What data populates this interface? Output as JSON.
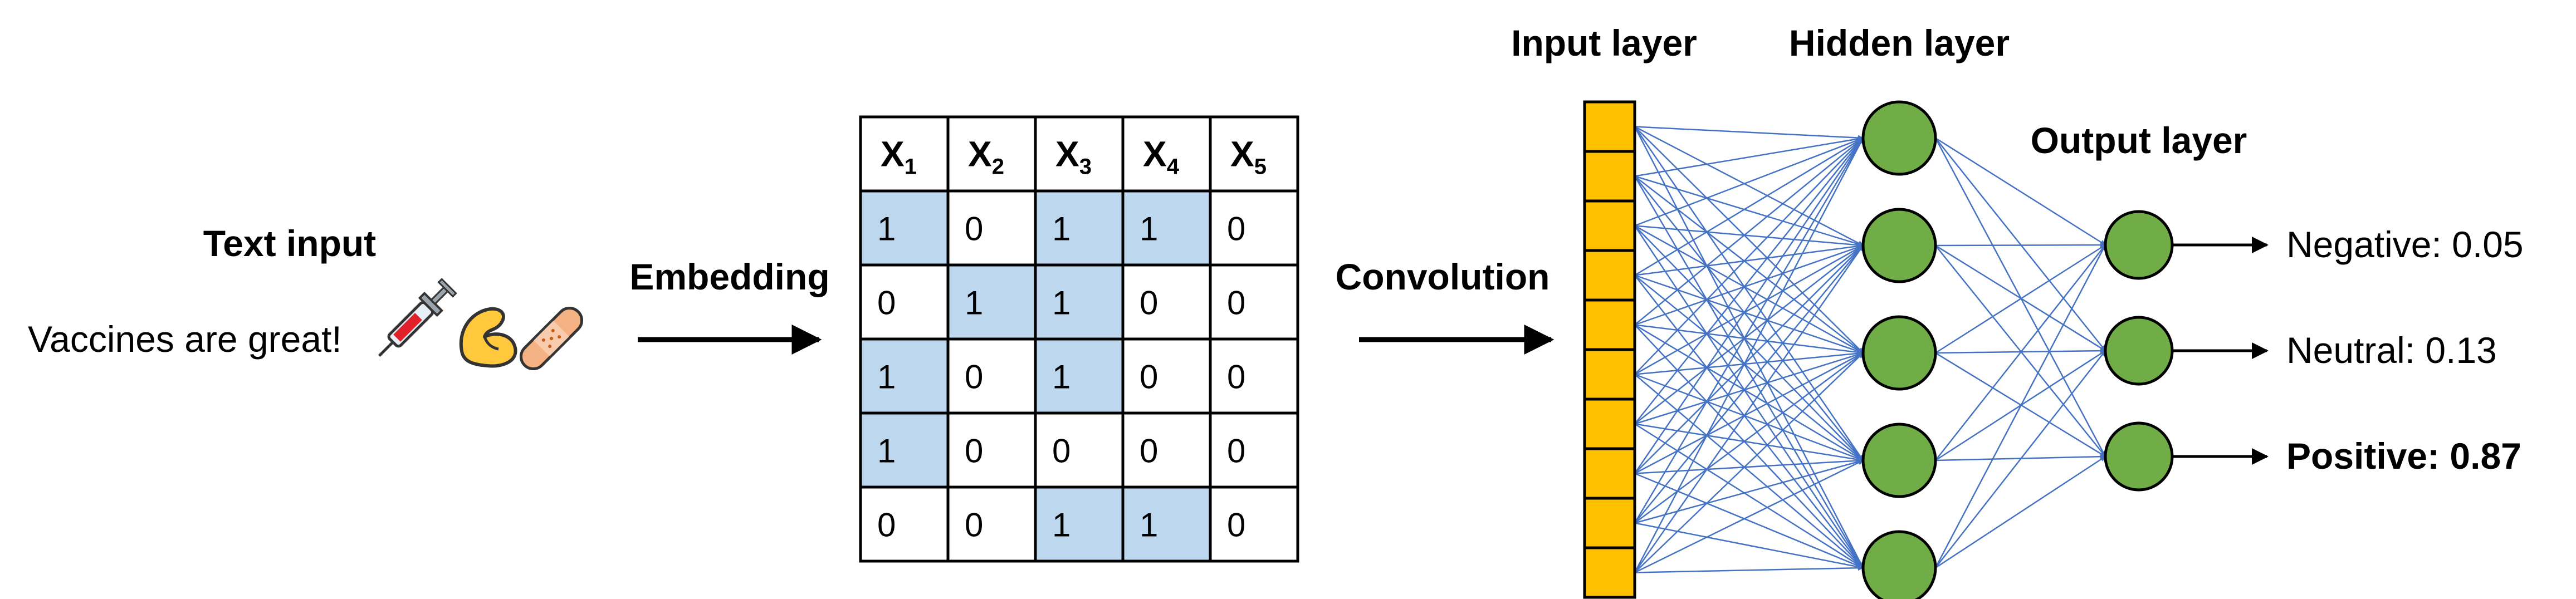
{
  "text_input": {
    "title": "Text input",
    "sentence": "Vaccines are great!",
    "emojis": [
      "syringe-icon",
      "flexed-biceps-icon",
      "adhesive-bandage-icon"
    ]
  },
  "embedding": {
    "arrow_label": "Embedding",
    "matrix": {
      "headers": [
        {
          "base": "X",
          "sub": "1"
        },
        {
          "base": "X",
          "sub": "2"
        },
        {
          "base": "X",
          "sub": "3"
        },
        {
          "base": "X",
          "sub": "4"
        },
        {
          "base": "X",
          "sub": "5"
        }
      ],
      "rows": [
        [
          "1",
          "0",
          "1",
          "1",
          "0"
        ],
        [
          "0",
          "1",
          "1",
          "0",
          "0"
        ],
        [
          "1",
          "0",
          "1",
          "0",
          "0"
        ],
        [
          "1",
          "0",
          "0",
          "0",
          "0"
        ],
        [
          "0",
          "0",
          "1",
          "1",
          "0"
        ]
      ],
      "highlight_color": "#bdd7ee"
    }
  },
  "convolution": {
    "arrow_label": "Convolution"
  },
  "network": {
    "input_layer_label": "Input layer",
    "hidden_layer_label": "Hidden layer",
    "output_layer_label": "Output layer",
    "input_units": 10,
    "hidden_units": 5,
    "output_units": 3,
    "input_color": "#ffc000",
    "node_color": "#70ad47",
    "connection_color": "#4472c4"
  },
  "outputs": [
    {
      "label": "Negative: 0.05",
      "bold": false
    },
    {
      "label": "Neutral: 0.13",
      "bold": false
    },
    {
      "label": "Positive: 0.87",
      "bold": true
    }
  ]
}
